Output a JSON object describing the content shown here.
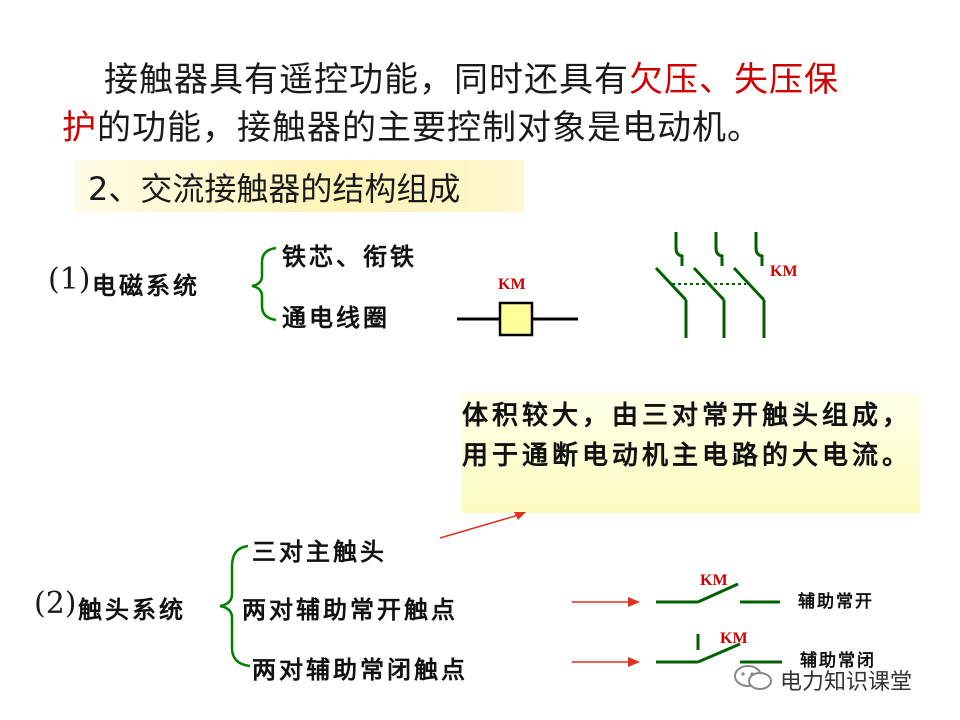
{
  "intro": {
    "line1_a": "接触器具有遥控功能，同时还具有",
    "line1_red": "欠压、失压保",
    "line2_red": "护",
    "line2_b": "的功能，接触器的主要控制对象是电动机。"
  },
  "heading": "2、交流接触器的结构组成",
  "section1": {
    "number": "(1)",
    "label": "电磁系统",
    "items": [
      "铁芯、衔铁",
      "通电线圈"
    ]
  },
  "coil_symbol": {
    "label": "KM"
  },
  "main_contacts_symbol": {
    "label": "KM"
  },
  "note": "体积较大，由三对常开触头组成，用于通断电动机主电路的大电流。",
  "section2": {
    "number": "(2)",
    "label": "触头系统",
    "items": [
      "三对主触头",
      "两对辅助常开触点",
      "两对辅助常闭触点"
    ]
  },
  "aux_no": {
    "km": "KM",
    "label": "辅助常开"
  },
  "aux_nc": {
    "km": "KM",
    "label": "辅助常闭"
  },
  "watermark": "电力知识课堂",
  "colors": {
    "accent_red": "#d00000",
    "arrow_red": "#e03020",
    "highlight": "#fff3b8",
    "note_bg": "#fbfbc0",
    "symbol_green": "#006000"
  }
}
